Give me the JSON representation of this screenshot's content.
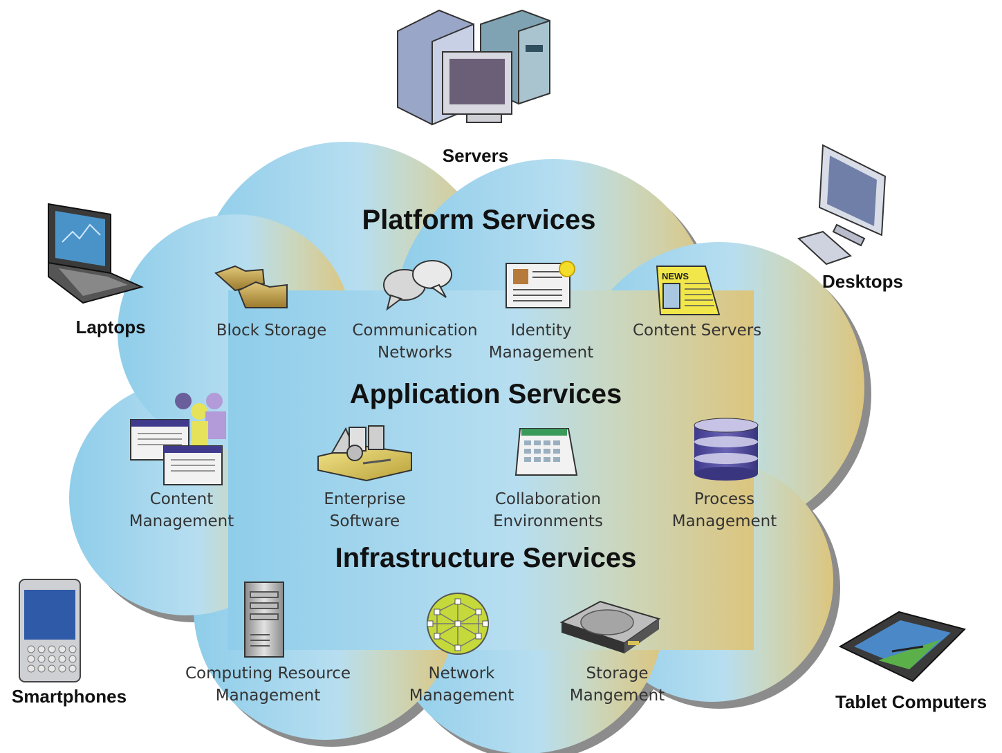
{
  "devices": {
    "servers": "Servers",
    "desktops": "Desktops",
    "laptops": "Laptops",
    "smartphones": "Smartphones",
    "tablets": "Tablet Computers"
  },
  "layers": {
    "platform": {
      "title": "Platform Services",
      "items": [
        {
          "line1": "Block Storage",
          "line2": ""
        },
        {
          "line1": "Communication",
          "line2": "Networks"
        },
        {
          "line1": "Identity",
          "line2": "Management"
        },
        {
          "line1": "Content Servers",
          "line2": ""
        }
      ]
    },
    "application": {
      "title": "Application Services",
      "items": [
        {
          "line1": "Content",
          "line2": "Management"
        },
        {
          "line1": "Enterprise",
          "line2": "Software"
        },
        {
          "line1": "Collaboration",
          "line2": "Environments"
        },
        {
          "line1": "Process",
          "line2": "Management"
        }
      ]
    },
    "infrastructure": {
      "title": "Infrastructure Services",
      "items": [
        {
          "line1": "Computing Resource",
          "line2": "Management"
        },
        {
          "line1": "Network",
          "line2": "Management"
        },
        {
          "line1": "Storage",
          "line2": "Mangement"
        }
      ]
    }
  },
  "icons": {
    "news_badge": "NEWS"
  },
  "colors": {
    "cloud_left": "#8fcdea",
    "cloud_mid": "#b7def0",
    "cloud_right": "#d8c686",
    "cloud_shadow": "#8c8c8c"
  }
}
